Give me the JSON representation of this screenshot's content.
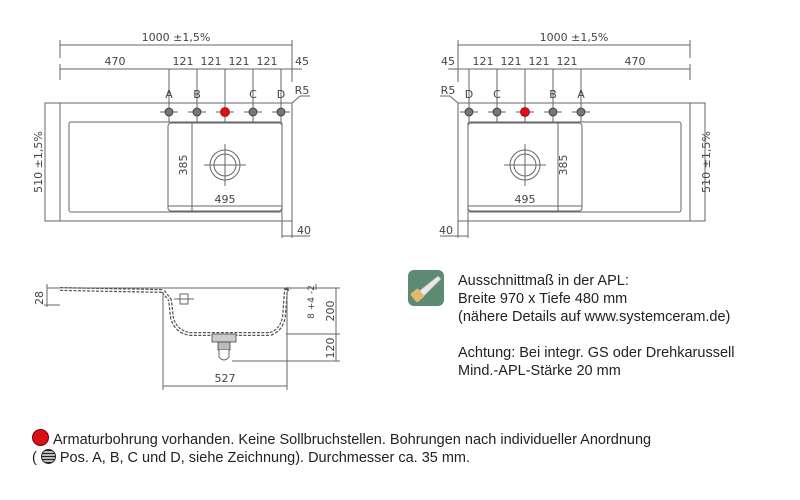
{
  "top_view": {
    "overall_width": "1000 ±1,5%",
    "drainer_length": "470",
    "spacing": [
      "121",
      "121",
      "121",
      "121"
    ],
    "edge_offset": "45",
    "radius": "R5",
    "depth": "510 ±1,5%",
    "bowl_width": "495",
    "bowl_depth": "385",
    "rim_offset": "40",
    "positions": [
      "A",
      "B",
      "C",
      "D"
    ]
  },
  "side_view": {
    "height_left": "28",
    "thickness": "8 +4 -2",
    "bowl_height": "200",
    "drain_height": "120",
    "bowl_length": "527"
  },
  "info": {
    "line1": "Ausschnittmaß in der APL:",
    "line2": "Breite 970 x Tiefe 480 mm",
    "line3": "(nähere Details auf www.systemceram.de)",
    "line4": "Achtung: Bei integr. GS oder Drehkarussell",
    "line5": "Mind.-APL-Stärke 20 mm"
  },
  "legend": {
    "line1": "Armaturbohrung vorhanden. Keine Sollbruchstellen. Bohrungen nach individueller Anordnung",
    "line2_open": "(",
    "line2": "Pos. A, B, C und D, siehe Zeichnung). Durchmesser ca. 35 mm."
  },
  "colors": {
    "hole_red": "#d8101a",
    "icon_green": "#5e8a73"
  }
}
